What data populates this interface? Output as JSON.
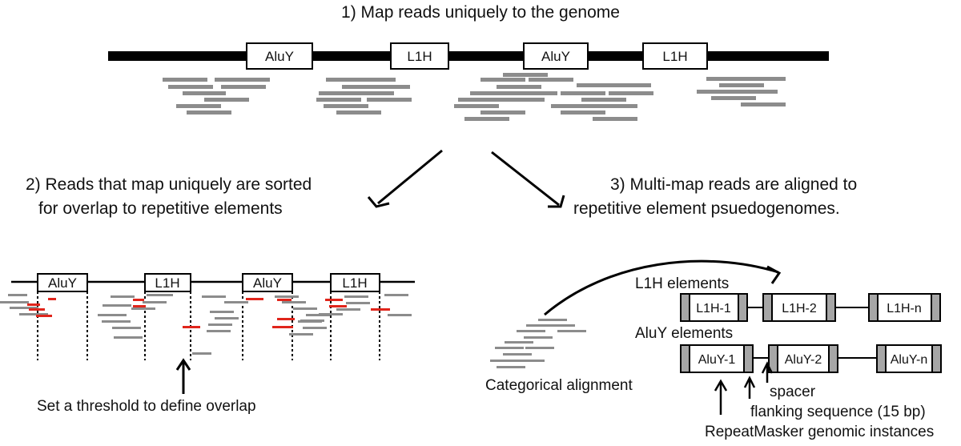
{
  "step1": {
    "title": "1) Map reads uniquely to the genome"
  },
  "step2": {
    "title_line1": "2) Reads that map uniquely are sorted",
    "title_line2": "for overlap to repetitive elements"
  },
  "step3": {
    "title_line1": "3) Multi-map reads are aligned to",
    "title_line2": "repetitive element psuedogenomes."
  },
  "genome": {
    "elements": [
      "AluY",
      "L1H",
      "AluY",
      "L1H"
    ]
  },
  "overlap": {
    "elements": [
      "AluY",
      "L1H",
      "AluY",
      "L1H"
    ],
    "threshold_label": "Set a threshold to define overlap"
  },
  "pseudogenome": {
    "categorical_label": "Categorical alignment",
    "l1h_header": "L1H elements",
    "aluy_header": "AluY elements",
    "l1h_boxes": [
      "L1H-1",
      "L1H-2",
      "L1H-n"
    ],
    "aluy_boxes": [
      "AluY-1",
      "AluY-2",
      "AluY-n"
    ],
    "spacer_label": "spacer",
    "flanking_label": "flanking sequence (15 bp)",
    "repeatmasker_label": "RepeatMasker genomic instances"
  },
  "colors": {
    "read": "#8c8c8c",
    "overlap_read": "#e0251b",
    "flank": "#a6a6a6",
    "line": "#000000"
  }
}
